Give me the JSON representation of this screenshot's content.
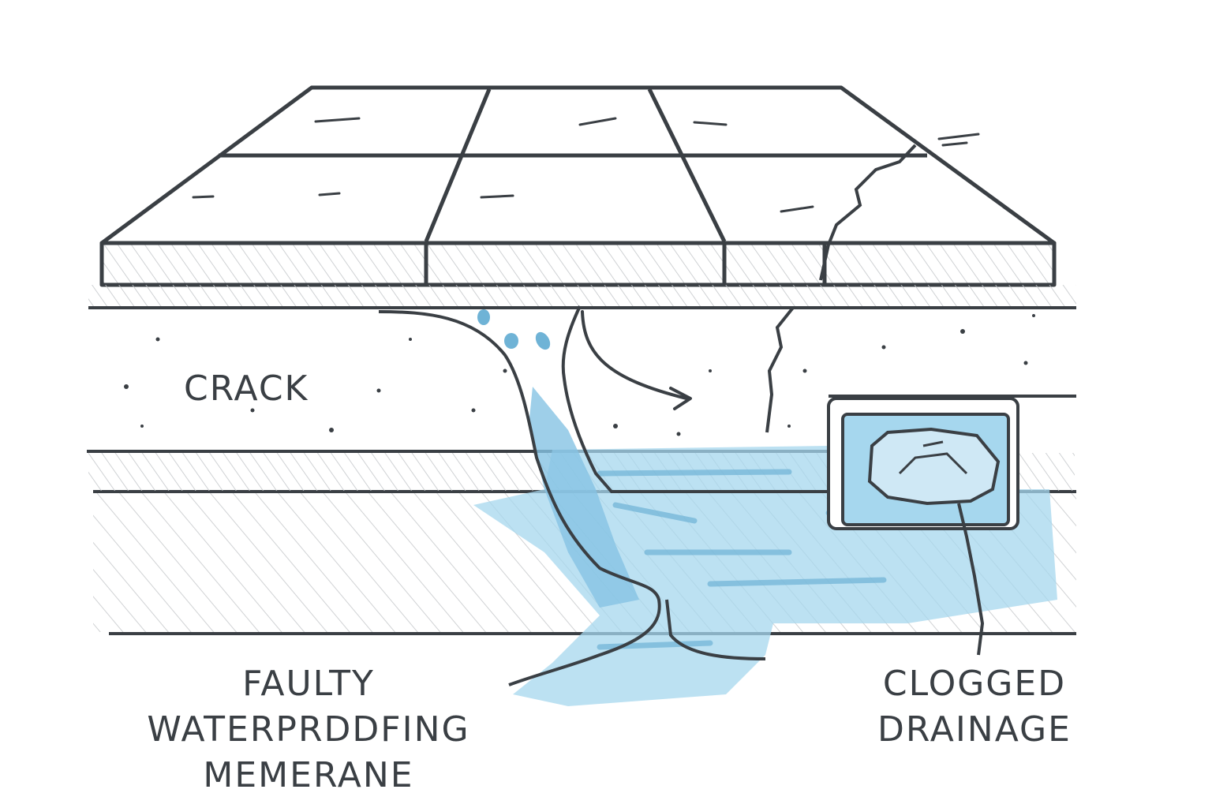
{
  "labels": {
    "crack": "CRACK",
    "membrane": [
      "FAULTY",
      "WATERPRDDFING",
      "MEMERANE"
    ],
    "drainage": [
      "CLOGGED",
      "DRAINAGE"
    ]
  },
  "colors": {
    "ink": "#3a3f44",
    "water": "#9fd4ec",
    "water_dark": "#6fb3d6",
    "hatch": "#b9bcbf"
  }
}
